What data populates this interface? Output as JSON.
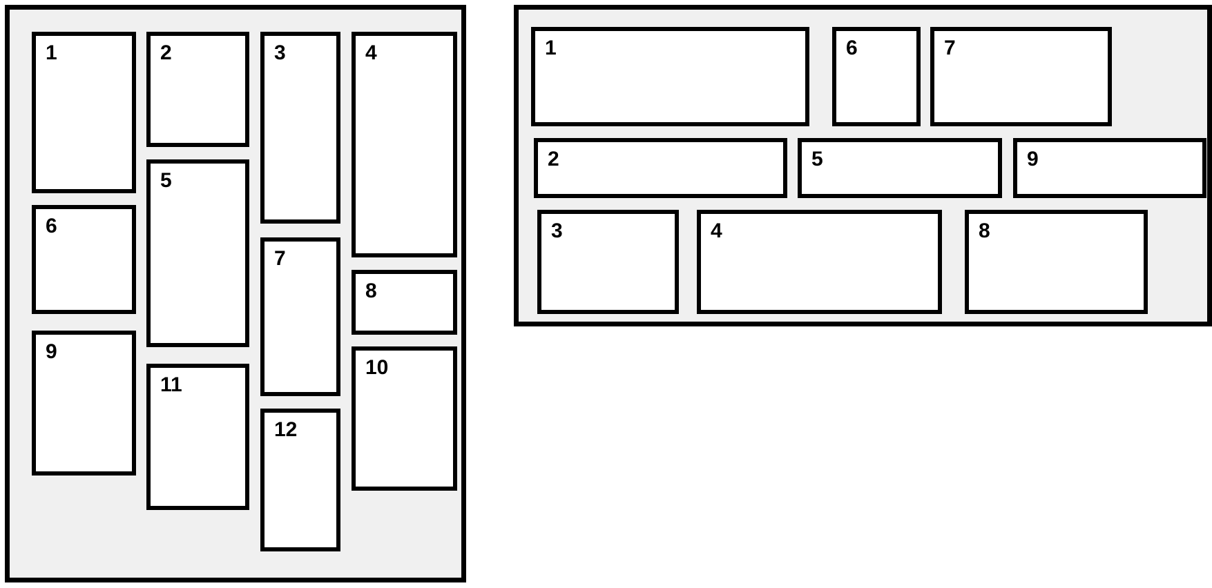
{
  "colors": {
    "page_bg": "#ffffff",
    "panel_bg": "#f0f0f0",
    "box_bg": "#ffffff",
    "border": "#000000"
  },
  "left_panel": {
    "description": "vertical masonry grid with numbered tiles",
    "items": [
      {
        "label": "1"
      },
      {
        "label": "2"
      },
      {
        "label": "3"
      },
      {
        "label": "4"
      },
      {
        "label": "5"
      },
      {
        "label": "6"
      },
      {
        "label": "7"
      },
      {
        "label": "8"
      },
      {
        "label": "9"
      },
      {
        "label": "10"
      },
      {
        "label": "11"
      },
      {
        "label": "12"
      }
    ]
  },
  "right_panel": {
    "description": "horizontal masonry grid with numbered tiles",
    "items": [
      {
        "label": "1"
      },
      {
        "label": "2"
      },
      {
        "label": "3"
      },
      {
        "label": "4"
      },
      {
        "label": "5"
      },
      {
        "label": "6"
      },
      {
        "label": "7"
      },
      {
        "label": "8"
      },
      {
        "label": "9"
      }
    ]
  }
}
